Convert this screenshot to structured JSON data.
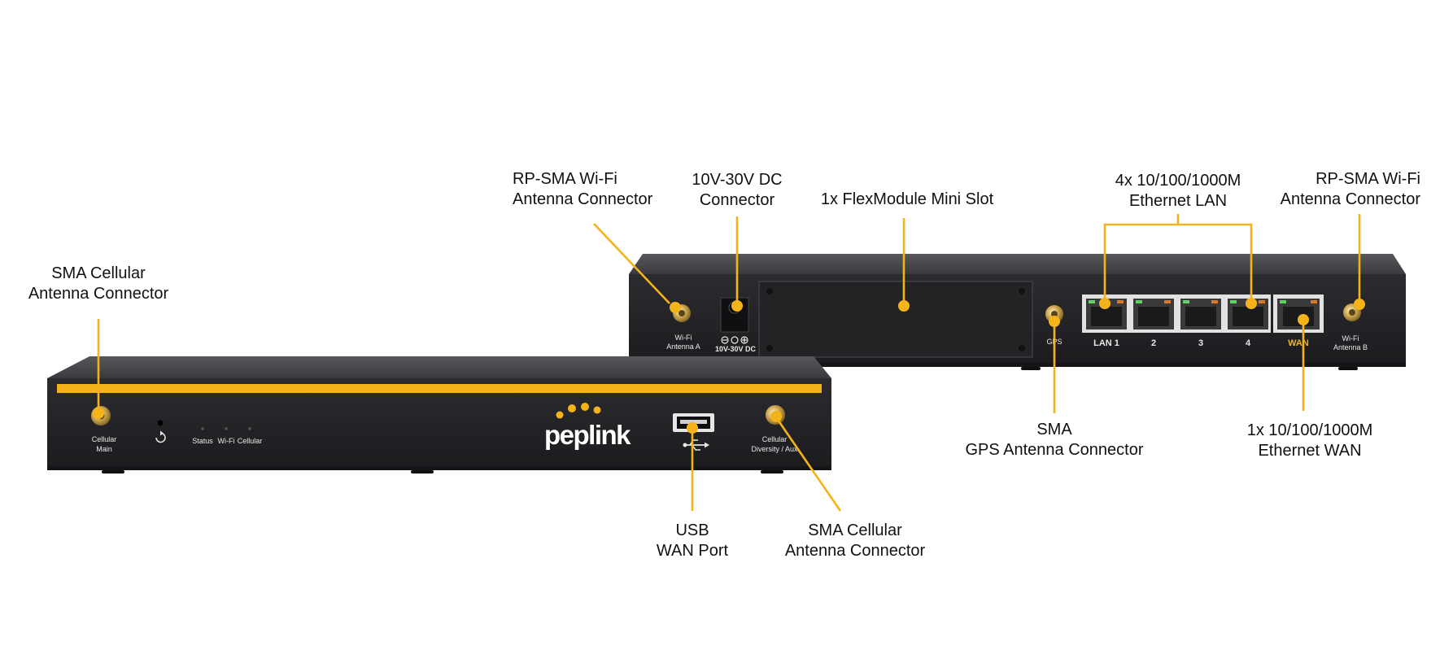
{
  "colors": {
    "accent": "#f5b31a",
    "chassis_dark": "#26262a",
    "chassis_top": "#4a4a4e",
    "label_light": "#e8e8e8",
    "wan_label": "#f5b31a"
  },
  "front_device": {
    "brand": "peplink",
    "antenna_left_label": [
      "Cellular",
      "Main"
    ],
    "led_labels": [
      "Status",
      "Wi-Fi",
      "Cellular"
    ],
    "antenna_right_label": [
      "Cellular",
      "Diversity / Aux"
    ],
    "reset_icon": "reset-icon",
    "usb_icon": "usb-icon"
  },
  "rear_device": {
    "antenna_a_label": [
      "Wi-Fi",
      "Antenna A"
    ],
    "dc_label": "10V-30V DC",
    "gps_label": "GPS",
    "port_labels": [
      "LAN 1",
      "2",
      "3",
      "4"
    ],
    "wan_label": "WAN",
    "antenna_b_label": [
      "Wi-Fi",
      "Antenna B"
    ]
  },
  "callouts": {
    "front_sma_main": [
      "SMA Cellular",
      "Antenna Connector"
    ],
    "usb_wan": [
      "USB",
      "WAN Port"
    ],
    "front_sma_aux": [
      "SMA Cellular",
      "Antenna Connector"
    ],
    "rear_wifi_a": [
      "RP-SMA Wi-Fi",
      "Antenna Connector"
    ],
    "rear_dc": [
      "10V-30V DC",
      "Connector"
    ],
    "flexmodule": [
      "1x FlexModule Mini Slot"
    ],
    "lan": [
      "4x 10/100/1000M",
      "Ethernet LAN"
    ],
    "rear_wifi_b": [
      "RP-SMA Wi-Fi",
      "Antenna Connector"
    ],
    "gps": [
      "SMA",
      "GPS Antenna Connector"
    ],
    "wan": [
      "1x 10/100/1000M",
      "Ethernet WAN"
    ]
  }
}
